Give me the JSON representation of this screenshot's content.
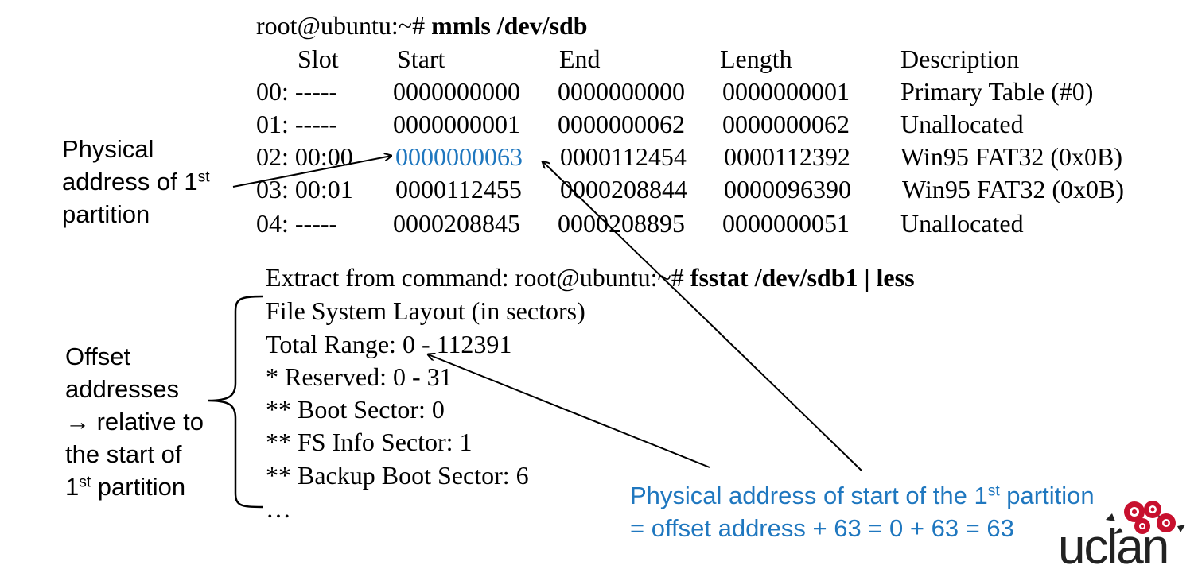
{
  "command1": {
    "prompt": "root@ubuntu:~# ",
    "command": "mmls /dev/sdb"
  },
  "table": {
    "headers": [
      "Slot",
      "Start",
      "End",
      "Length",
      "Description"
    ],
    "rows": [
      [
        "00:  -----",
        "0000000000",
        "0000000000",
        "0000000001",
        "Primary Table (#0)"
      ],
      [
        "01:  -----",
        "0000000001",
        "0000000062",
        "0000000062",
        "Unallocated"
      ],
      [
        "02: 00:00",
        "0000000063",
        "0000112454",
        "0000112392",
        "Win95 FAT32 (0x0B)"
      ],
      [
        "03: 00:01",
        "0000112455",
        "0000208844",
        "0000096390",
        "Win95 FAT32 (0x0B)"
      ],
      [
        "04:  -----",
        "0000208845",
        "0000208895",
        "0000000051",
        "Unallocated"
      ]
    ]
  },
  "extract": {
    "prefix": "Extract from command: root@ubuntu:~# ",
    "command": "fsstat /dev/sdb1 | less",
    "lines": [
      "File System Layout (in sectors)",
      "Total Range: 0 - 112391",
      "* Reserved: 0 - 31",
      "** Boot Sector: 0",
      "** FS Info Sector: 1",
      "** Backup Boot Sector: 6",
      "…"
    ]
  },
  "annotations": {
    "physical": {
      "line1": "Physical",
      "line2_pre": "address of 1",
      "line2_sup": "st",
      "line3": "partition"
    },
    "offset": {
      "line1": "Offset",
      "line2": "addresses",
      "line3": "→ relative to",
      "line4": "the start of",
      "line5_sup": "st",
      "line5_post": " partition",
      "line5_pre": "1"
    },
    "note": {
      "line1_pre": "Physical address of start of the 1",
      "line1_sup": "st",
      "line1_post": " partition",
      "line2": "= offset address + 63 = 0 + 63 = 63"
    }
  },
  "logo": {
    "text": "uclan"
  },
  "colors": {
    "highlight": "#1f77bf",
    "text": "#000000",
    "logo_red": "#c8102e"
  }
}
